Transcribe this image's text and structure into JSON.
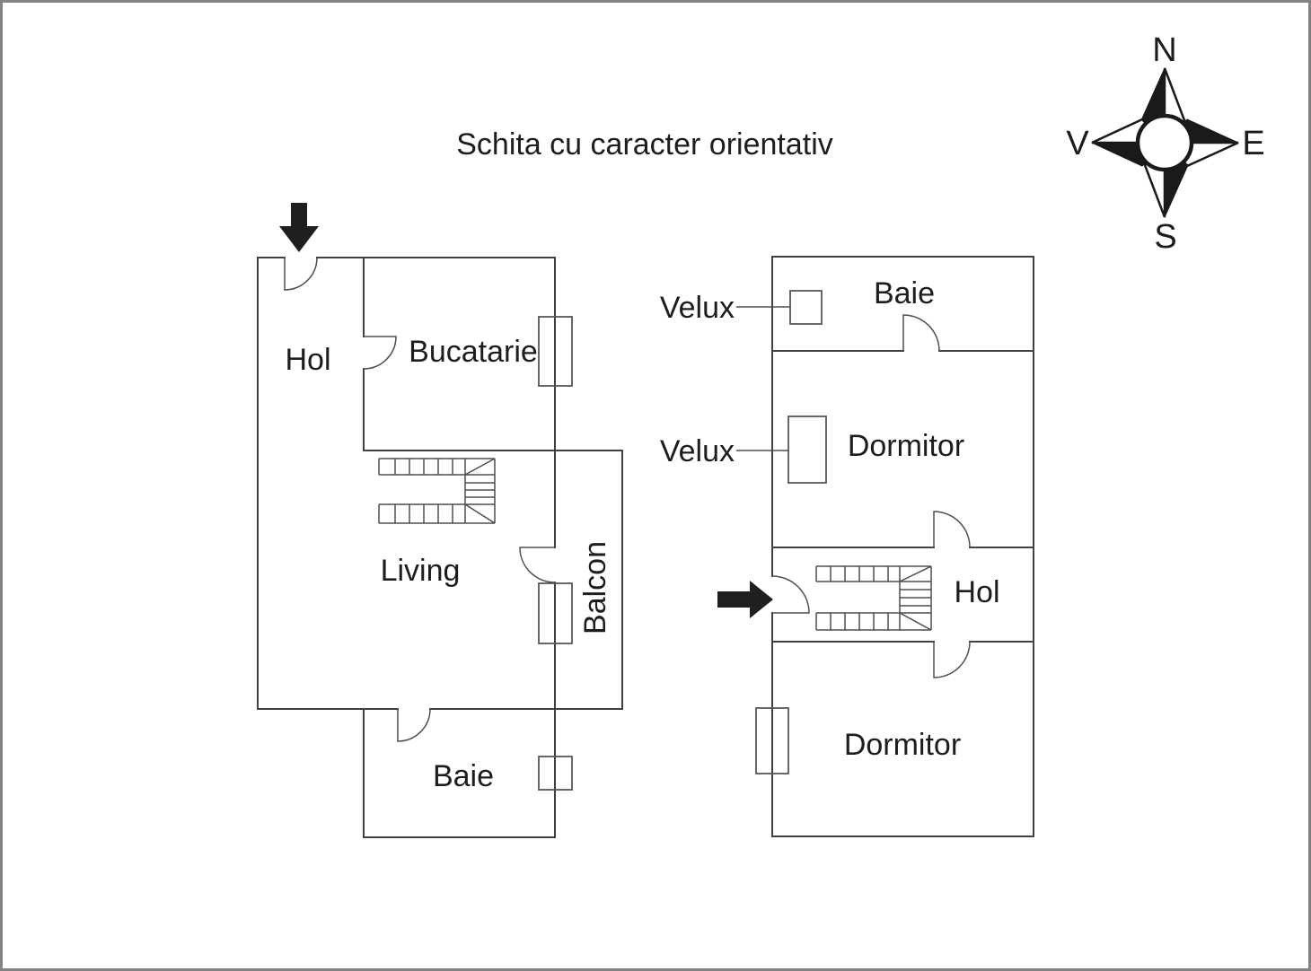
{
  "title": "Schita cu caracter orientativ",
  "compass": {
    "north": "N",
    "east": "E",
    "south": "S",
    "west": "V"
  },
  "colors": {
    "background": "#ffffff",
    "border": "#838383",
    "wall": "#414141",
    "detail": "#4f4f4f",
    "text": "#1d1d1d",
    "arrow": "#1f1f1f"
  },
  "floor1": {
    "rooms": {
      "hol": "Hol",
      "bucatarie": "Bucatarie",
      "living": "Living",
      "balcon": "Balcon",
      "baie": "Baie"
    }
  },
  "floor2": {
    "rooms": {
      "baie": "Baie",
      "dormitor_top": "Dormitor",
      "hol": "Hol",
      "dormitor_bottom": "Dormitor"
    },
    "velux_top": "Velux",
    "velux_middle": "Velux"
  }
}
